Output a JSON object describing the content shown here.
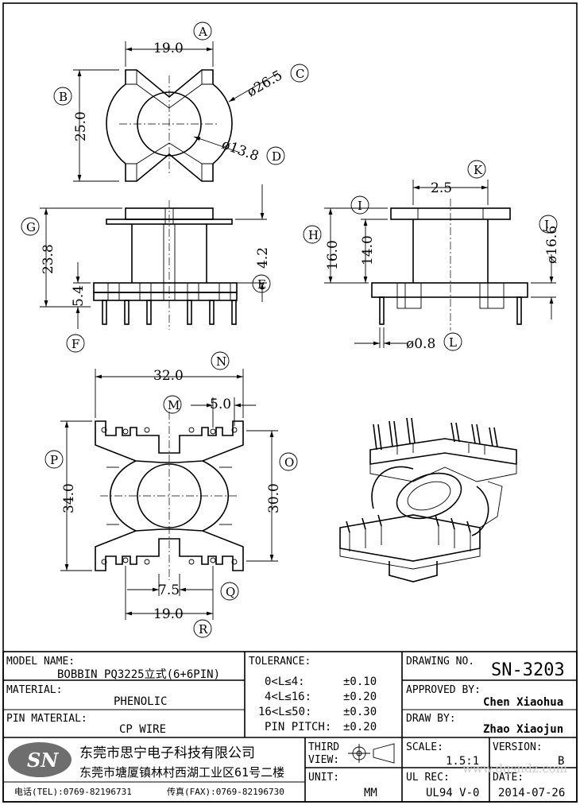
{
  "views": {
    "top": {
      "dims": [
        {
          "label": "A",
          "value": "19.0"
        },
        {
          "label": "B",
          "value": "25.0"
        },
        {
          "label": "C",
          "value": "ø26.5"
        },
        {
          "label": "D",
          "value": "ø13.8"
        }
      ]
    },
    "front": {
      "dims": [
        {
          "label": "E",
          "value": "4.2"
        },
        {
          "label": "F",
          "value": "5.4"
        },
        {
          "label": "G",
          "value": "23.8"
        }
      ]
    },
    "side": {
      "dims": [
        {
          "label": "H",
          "value": "16.0"
        },
        {
          "label": "I",
          "value": "14.0"
        },
        {
          "label": "J",
          "value": "ø16.6"
        },
        {
          "label": "K",
          "value": "2.5"
        },
        {
          "label": "L",
          "value": "ø0.8"
        }
      ]
    },
    "bottom": {
      "dims": [
        {
          "label": "M",
          "value": "5.0"
        },
        {
          "label": "N",
          "value": "32.0"
        },
        {
          "label": "O",
          "value": "30.0"
        },
        {
          "label": "P",
          "value": "34.0"
        },
        {
          "label": "Q",
          "value": "7.5"
        },
        {
          "label": "R",
          "value": "19.0"
        }
      ]
    }
  },
  "title_block": {
    "model_label": "MODEL NAME:",
    "model_value": "BOBBIN PQ3225立式(6+6PIN)",
    "material_label": "MATERIAL:",
    "material_value": "PHENOLIC",
    "pin_material_label": "PIN MATERIAL:",
    "pin_material_value": "CP WIRE",
    "tolerance_label": "TOLERANCE:",
    "tolerances": [
      {
        "range": "0<L≤4:",
        "value": "±0.10"
      },
      {
        "range": "4<L≤16:",
        "value": "±0.20"
      },
      {
        "range": "16<L≤50:",
        "value": "±0.30"
      },
      {
        "range": "PIN PITCH:",
        "value": "±0.20"
      }
    ],
    "drawing_no_label": "DRAWING NO.",
    "drawing_no": "SN-3203",
    "approved_label": "APPROVED BY:",
    "approved_by": "Chen Xiaohua",
    "drawn_label": "DRAW BY:",
    "drawn_by": "Zhao Xiaojun",
    "logo_text": "SN",
    "company_name": "东莞市思宁电子科技有限公司",
    "company_address": "东莞市塘厦镇林村西湖工业区61号二楼",
    "tel": "电话(TEL):0769-82196731",
    "fax": "传真(FAX):0769-82196730",
    "projection_label_1": "THIRD",
    "projection_label_2": "VIEW:",
    "scale_label": "SCALE:",
    "scale_value": "1.5:1",
    "version_label": "VERSION:",
    "version_value": "B",
    "unit_label": "UNIT:",
    "unit_value": "MM",
    "ul_label": "UL REC:",
    "ul_value": "UL94 V-0",
    "date_label": "DATE:",
    "date_value": "2014-07-26",
    "watermark": "www.dgsndz.com"
  },
  "colors": {
    "line": "#000000",
    "logo_fill": "#6e6e6e",
    "watermark": "#cccccc"
  }
}
